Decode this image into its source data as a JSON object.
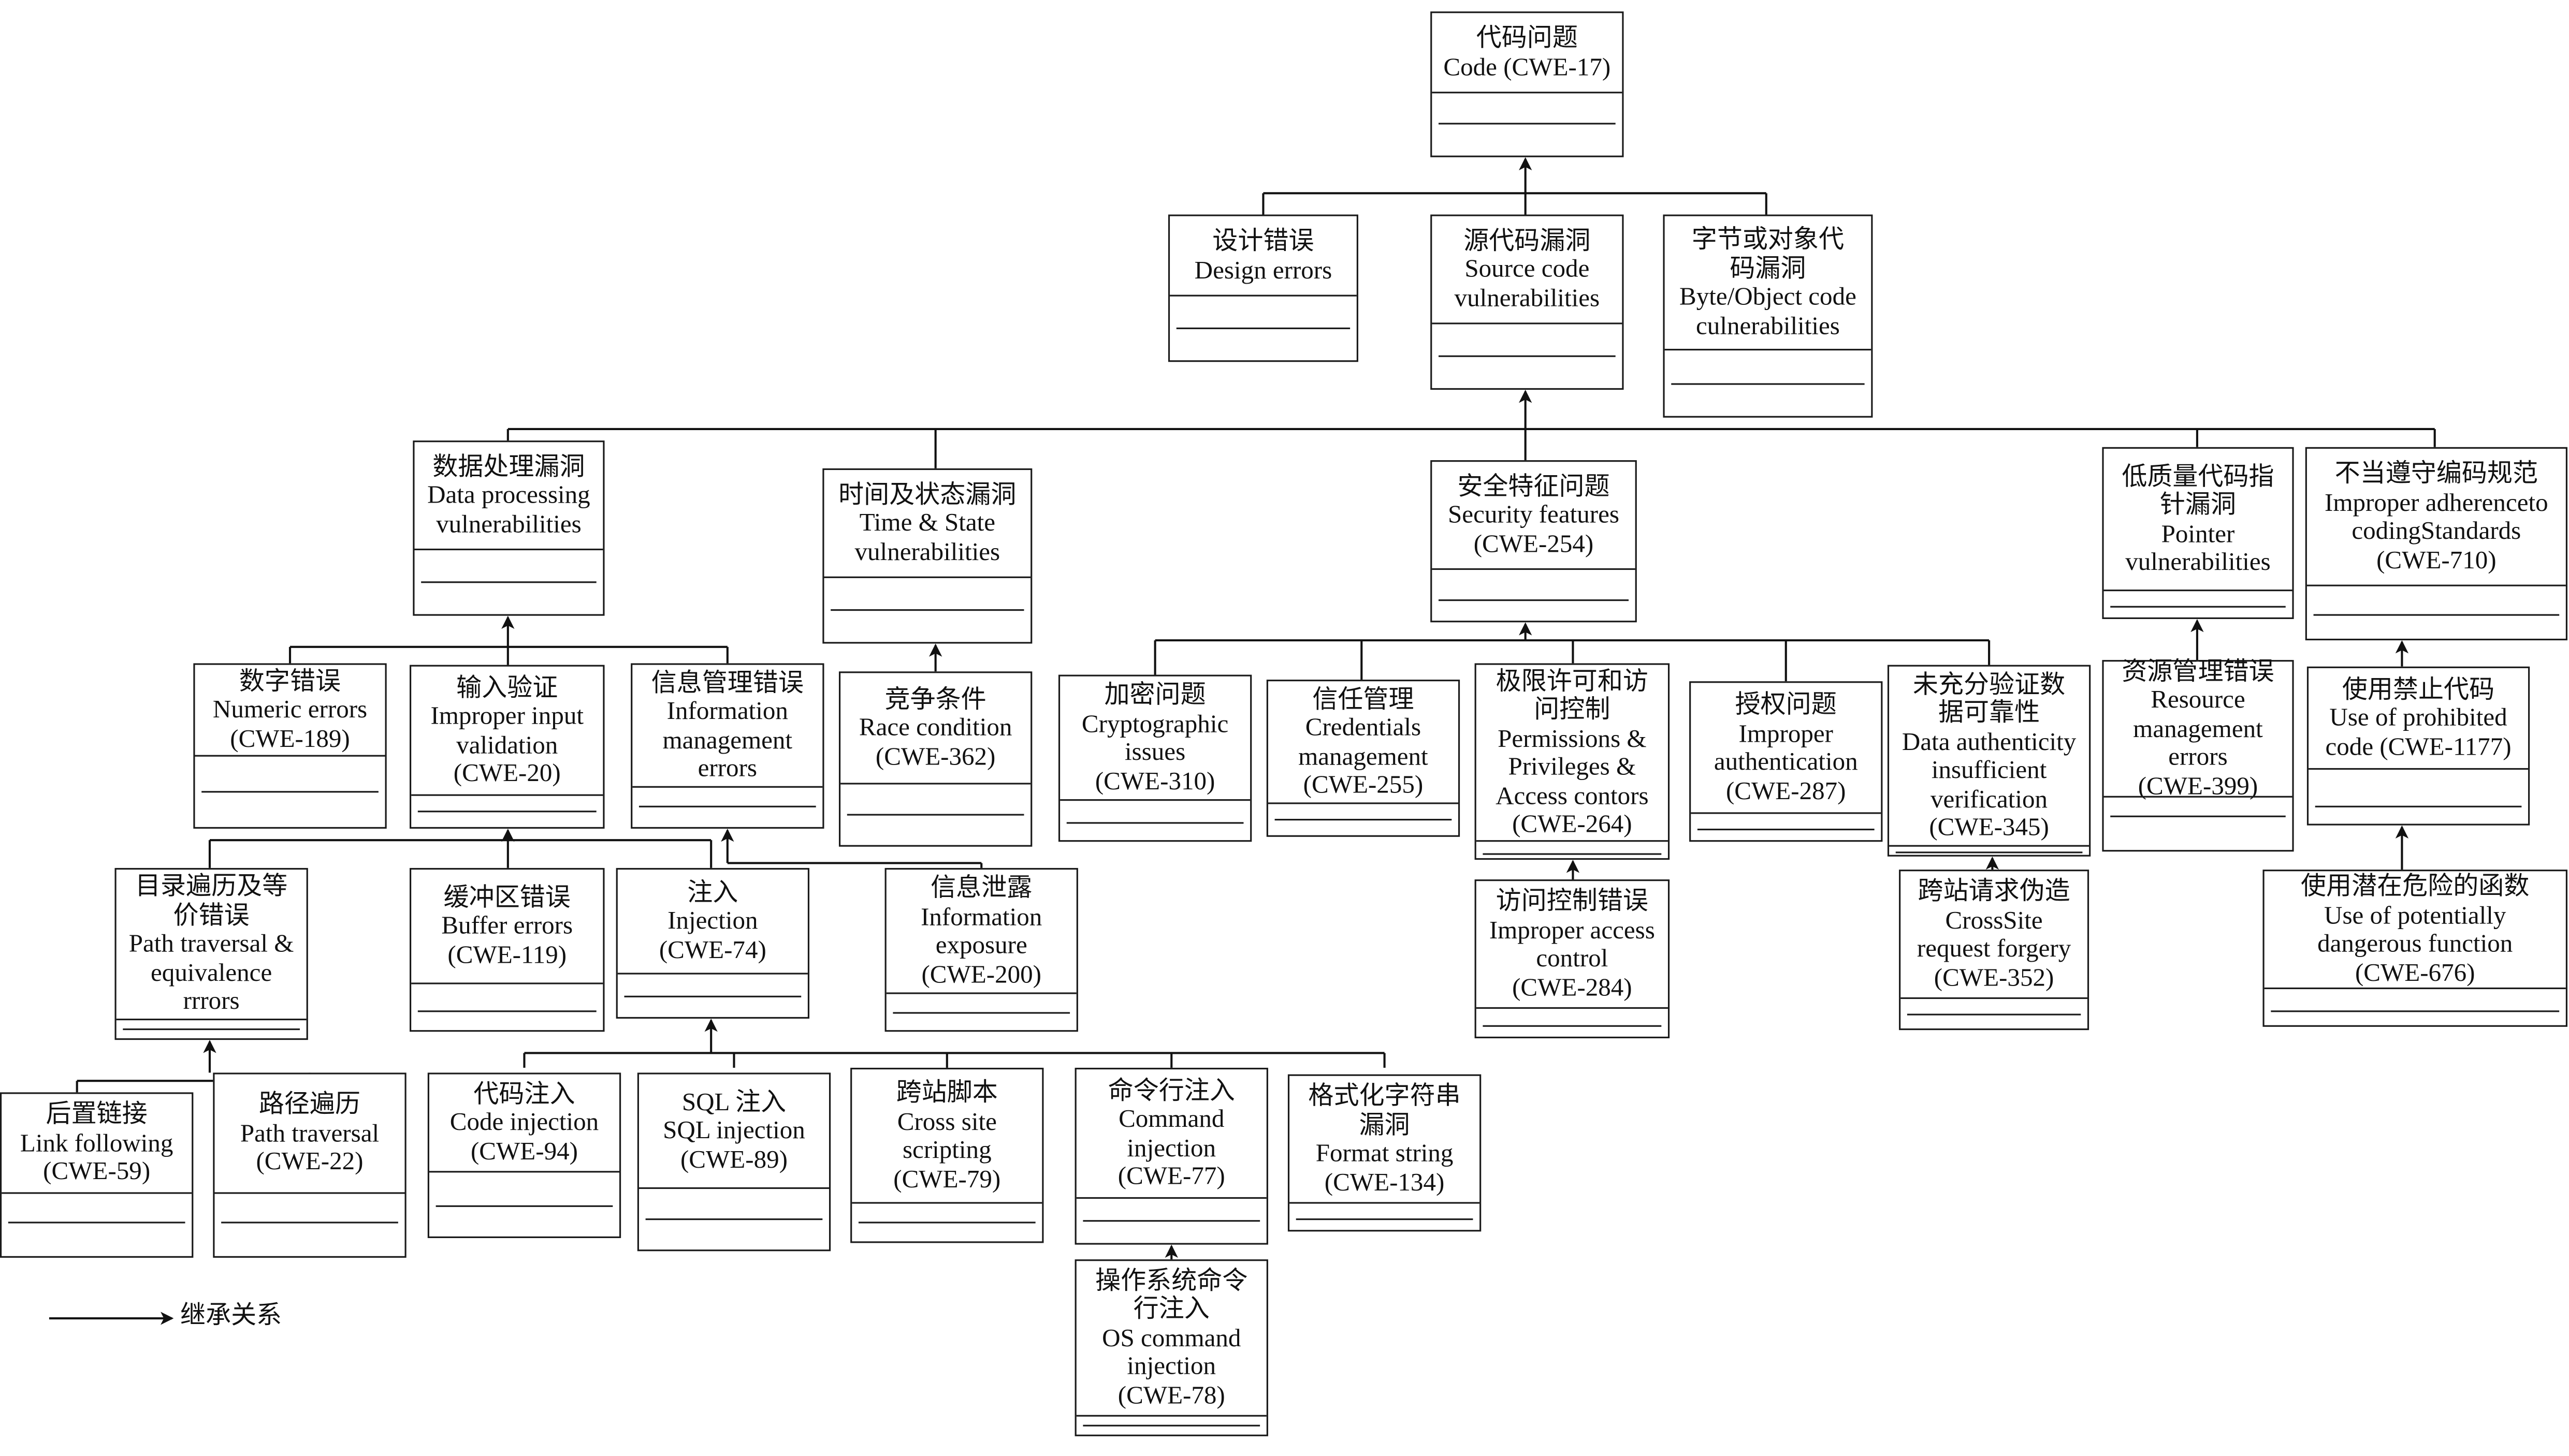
{
  "nodes": [
    {
      "id": "root",
      "lines": [
        "代码问题",
        "Code (CWE-17)"
      ]
    },
    {
      "id": "design",
      "lines": [
        "设计错误",
        "Design errors"
      ]
    },
    {
      "id": "source",
      "lines": [
        "源代码漏洞",
        "Source code",
        "vulnerabilities"
      ]
    },
    {
      "id": "byte",
      "lines": [
        "字节或对象代",
        "码漏洞",
        "Byte/Object code",
        "culnerabilities"
      ]
    },
    {
      "id": "dataproc",
      "lines": [
        "数据处理漏洞",
        "Data processing",
        "vulnerabilities"
      ]
    },
    {
      "id": "time",
      "lines": [
        "时间及状态漏洞",
        "Time & State",
        "vulnerabilities"
      ]
    },
    {
      "id": "security",
      "lines": [
        "安全特征问题",
        "Security features",
        "(CWE-254)"
      ]
    },
    {
      "id": "pointer",
      "lines": [
        "低质量代码指",
        "针漏洞",
        "Pointer",
        "vulnerabilities"
      ]
    },
    {
      "id": "adherence",
      "lines": [
        "不当遵守编码规范",
        "Improper adherenceto",
        "codingStandards",
        "(CWE-710)"
      ]
    },
    {
      "id": "numeric",
      "lines": [
        "数字错误",
        "Numeric errors",
        "(CWE-189)"
      ]
    },
    {
      "id": "input",
      "lines": [
        "输入验证",
        "Improper input",
        "validation",
        "(CWE-20)"
      ]
    },
    {
      "id": "infomgmt",
      "lines": [
        "信息管理错误",
        "Information",
        "management",
        "errors"
      ]
    },
    {
      "id": "race",
      "lines": [
        "竞争条件",
        "Race condition",
        "(CWE-362)"
      ]
    },
    {
      "id": "crypto",
      "lines": [
        "加密问题",
        "Cryptographic",
        "issues",
        "(CWE-310)"
      ]
    },
    {
      "id": "cred",
      "lines": [
        "信任管理",
        "Credentials",
        "management",
        "(CWE-255)"
      ]
    },
    {
      "id": "perms",
      "lines": [
        "极限许可和访",
        "问控制",
        "Permissions &",
        "Privileges &",
        "Access contors",
        "(CWE-264)"
      ]
    },
    {
      "id": "auth",
      "lines": [
        "授权问题",
        "Improper",
        "authentication",
        "(CWE-287)"
      ]
    },
    {
      "id": "dataauth",
      "lines": [
        "未充分验证数",
        "据可靠性",
        "Data authenticity",
        "insufficient",
        "verification",
        "(CWE-345)"
      ]
    },
    {
      "id": "resource",
      "lines": [
        "资源管理错误",
        "Resource",
        "management",
        "errors",
        "(CWE-399)"
      ]
    },
    {
      "id": "prohibited",
      "lines": [
        "使用禁止代码",
        "Use of prohibited",
        "code (CWE-1177)"
      ]
    },
    {
      "id": "pathequiv",
      "lines": [
        "目录遍历及等",
        "价错误",
        "Path traversal &",
        "equivalence",
        "rrrors"
      ]
    },
    {
      "id": "buffer",
      "lines": [
        "缓冲区错误",
        "Buffer errors",
        "(CWE-119)"
      ]
    },
    {
      "id": "injection",
      "lines": [
        "注入",
        "Injection",
        "(CWE-74)"
      ]
    },
    {
      "id": "exposure",
      "lines": [
        "信息泄露",
        "Information",
        "exposure",
        "(CWE-200)"
      ]
    },
    {
      "id": "access",
      "lines": [
        "访问控制错误",
        "Improper access",
        "control",
        "(CWE-284)"
      ]
    },
    {
      "id": "csrf",
      "lines": [
        "跨站请求伪造",
        "CrossSite",
        "request forgery",
        "(CWE-352)"
      ]
    },
    {
      "id": "dangerous",
      "lines": [
        "使用潜在危险的函数",
        "Use of potentially",
        "dangerous function",
        "(CWE-676)"
      ]
    },
    {
      "id": "link",
      "lines": [
        "后置链接",
        "Link following",
        "(CWE-59)"
      ]
    },
    {
      "id": "pathtrav",
      "lines": [
        "路径遍历",
        "Path traversal",
        "(CWE-22)"
      ]
    },
    {
      "id": "codeinj",
      "lines": [
        "代码注入",
        "Code injection",
        "(CWE-94)"
      ]
    },
    {
      "id": "sql",
      "lines": [
        "SQL 注入",
        "SQL injection",
        "(CWE-89)"
      ]
    },
    {
      "id": "xss",
      "lines": [
        "跨站脚本",
        "Cross site",
        "scripting",
        "(CWE-79)"
      ]
    },
    {
      "id": "command",
      "lines": [
        "命令行注入",
        "Command",
        "injection",
        "(CWE-77)"
      ]
    },
    {
      "id": "format",
      "lines": [
        "格式化字符串",
        "漏洞",
        "Format string",
        "(CWE-134)"
      ]
    },
    {
      "id": "oscmd",
      "lines": [
        "操作系统命令",
        "行注入",
        "OS command",
        "injection",
        "(CWE-78)"
      ]
    }
  ],
  "legend": {
    "label": "继承关系"
  }
}
